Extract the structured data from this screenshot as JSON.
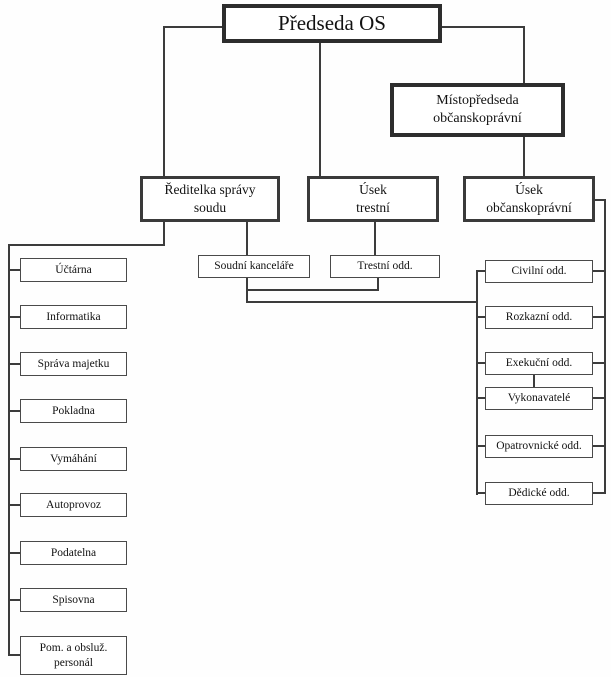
{
  "diagram": {
    "type": "org-chart",
    "language": "cs",
    "colors": {
      "line": "#3c3c3c",
      "background": "#fefefe",
      "box_background": "#ffffff",
      "text": "#111111"
    },
    "nodes": {
      "predseda": {
        "label": "Předseda OS"
      },
      "mistopredseda": {
        "lines": [
          "Místopředseda",
          "občanskoprávní"
        ]
      },
      "reditelka": {
        "lines": [
          "Ředitelka správy",
          "soudu"
        ]
      },
      "usek_trestni": {
        "lines": [
          "Úsek",
          "trestní"
        ]
      },
      "usek_obcanskopravni": {
        "lines": [
          "Úsek",
          "občanskoprávní"
        ]
      },
      "soudni_kancelare": {
        "label": "Soudní kanceláře"
      },
      "trestni_odd": {
        "label": "Trestní odd."
      },
      "left_column": [
        {
          "label": "Účtárna"
        },
        {
          "label": "Informatika"
        },
        {
          "label": "Správa majetku"
        },
        {
          "label": "Pokladna"
        },
        {
          "label": "Vymáhání"
        },
        {
          "label": "Autoprovoz"
        },
        {
          "label": "Podatelna"
        },
        {
          "label": "Spisovna"
        },
        {
          "lines": [
            "Pom. a obsluž.",
            "personál"
          ]
        }
      ],
      "right_column": [
        {
          "label": "Civilní odd."
        },
        {
          "label": "Rozkazní odd."
        },
        {
          "label": "Exekuční odd."
        },
        {
          "label": "Vykonavatelé"
        },
        {
          "label": "Opatrovnické odd."
        },
        {
          "label": "Dědické odd."
        }
      ]
    },
    "edges": [
      "predseda - reditelka",
      "predseda - usek_trestni",
      "predseda - mistopredseda",
      "mistopredseda - usek_obcanskopravni",
      "reditelka - left_column (spine)",
      "reditelka - soudni_kancelare",
      "usek_trestni - trestni_odd",
      "soudni_kancelare - trestni_odd",
      "soudni_kancelare - right_column (spine)",
      "usek_obcanskopravni - right_column (right spine)",
      "exekucni_odd - vykonavatele"
    ]
  }
}
